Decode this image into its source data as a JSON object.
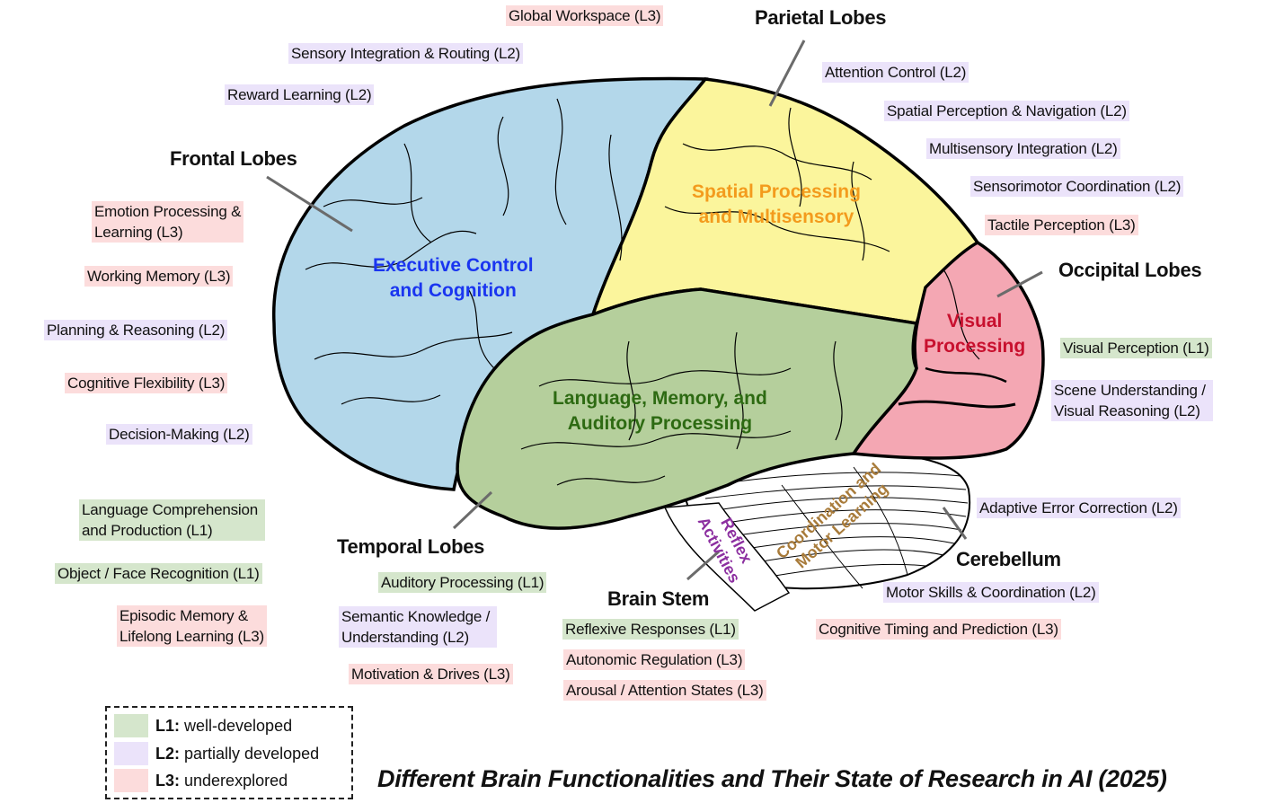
{
  "title": "Different Brain Functionalities and Their State of Research in AI (2025)",
  "colors": {
    "L1": "#d5e6cc",
    "L2": "#ebe3fa",
    "L3": "#fcdcdc",
    "frontal_fill": "#b3d7ea",
    "parietal_fill": "#fbf59c",
    "occipital_fill": "#f4a7b3",
    "temporal_fill": "#b5cf9c",
    "executive_text": "#1a35f0",
    "spatial_text": "#f39b1d",
    "visual_text": "#c8102e",
    "language_text": "#2d6a12",
    "reflex_text": "#8c2fa0",
    "coordination_text": "#a87b3a"
  },
  "lobes": {
    "frontal": "Frontal Lobes",
    "parietal": "Parietal Lobes",
    "occipital": "Occipital Lobes",
    "temporal": "Temporal Lobes",
    "brain_stem": "Brain Stem",
    "cerebellum": "Cerebellum"
  },
  "regions": {
    "executive": [
      "Executive Control",
      "and Cognition"
    ],
    "spatial": [
      "Spatial Processing",
      "and Multisensory"
    ],
    "visual": [
      "Visual",
      "Processing"
    ],
    "language": [
      "Language, Memory, and",
      "Auditory Processing"
    ],
    "reflex": [
      "Reflex",
      "Activities"
    ],
    "coordination": [
      "Coordination and",
      "Motor Learning"
    ]
  },
  "functions": [
    {
      "id": "global-workspace",
      "lines": [
        "Global Workspace (L3)"
      ],
      "level": "L3"
    },
    {
      "id": "sensory-integration",
      "lines": [
        "Sensory Integration & Routing (L2)"
      ],
      "level": "L2"
    },
    {
      "id": "reward-learning",
      "lines": [
        "Reward Learning (L2)"
      ],
      "level": "L2"
    },
    {
      "id": "emotion-processing",
      "lines": [
        "Emotion Processing &",
        "Learning (L3)"
      ],
      "level": "L3"
    },
    {
      "id": "working-memory",
      "lines": [
        "Working Memory (L3)"
      ],
      "level": "L3"
    },
    {
      "id": "planning-reasoning",
      "lines": [
        "Planning & Reasoning (L2)"
      ],
      "level": "L2"
    },
    {
      "id": "cognitive-flexibility",
      "lines": [
        "Cognitive Flexibility (L3)"
      ],
      "level": "L3"
    },
    {
      "id": "decision-making",
      "lines": [
        "Decision-Making (L2)"
      ],
      "level": "L2"
    },
    {
      "id": "language-comprehension",
      "lines": [
        "Language Comprehension",
        "and Production (L1)"
      ],
      "level": "L1"
    },
    {
      "id": "object-face-recognition",
      "lines": [
        "Object / Face Recognition (L1)"
      ],
      "level": "L1"
    },
    {
      "id": "episodic-memory",
      "lines": [
        "Episodic Memory &",
        "Lifelong Learning (L3)"
      ],
      "level": "L3"
    },
    {
      "id": "auditory-processing",
      "lines": [
        "Auditory Processing (L1)"
      ],
      "level": "L1"
    },
    {
      "id": "semantic-knowledge",
      "lines": [
        "Semantic Knowledge /",
        "Understanding (L2)"
      ],
      "level": "L2"
    },
    {
      "id": "motivation-drives",
      "lines": [
        "Motivation & Drives (L3)"
      ],
      "level": "L3"
    },
    {
      "id": "reflexive-responses",
      "lines": [
        "Reflexive Responses (L1)"
      ],
      "level": "L1"
    },
    {
      "id": "autonomic-regulation",
      "lines": [
        "Autonomic Regulation (L3)"
      ],
      "level": "L3"
    },
    {
      "id": "arousal-attention",
      "lines": [
        "Arousal / Attention States (L3)"
      ],
      "level": "L3"
    },
    {
      "id": "attention-control",
      "lines": [
        "Attention Control (L2)"
      ],
      "level": "L2"
    },
    {
      "id": "spatial-perception",
      "lines": [
        "Spatial Perception & Navigation (L2)"
      ],
      "level": "L2"
    },
    {
      "id": "multisensory-integration",
      "lines": [
        "Multisensory Integration (L2)"
      ],
      "level": "L2"
    },
    {
      "id": "sensorimotor-coordination",
      "lines": [
        "Sensorimotor Coordination (L2)"
      ],
      "level": "L2"
    },
    {
      "id": "tactile-perception",
      "lines": [
        "Tactile Perception (L3)"
      ],
      "level": "L3"
    },
    {
      "id": "visual-perception",
      "lines": [
        "Visual Perception (L1)"
      ],
      "level": "L1"
    },
    {
      "id": "scene-understanding",
      "lines": [
        "Scene Understanding /",
        "Visual Reasoning (L2)"
      ],
      "level": "L2"
    },
    {
      "id": "adaptive-error-correction",
      "lines": [
        "Adaptive Error Correction (L2)"
      ],
      "level": "L2"
    },
    {
      "id": "motor-skills",
      "lines": [
        "Motor Skills & Coordination (L2)"
      ],
      "level": "L2"
    },
    {
      "id": "cognitive-timing",
      "lines": [
        "Cognitive Timing and Prediction (L3)"
      ],
      "level": "L3"
    }
  ],
  "legend": [
    {
      "key": "L1:",
      "desc": "well-developed",
      "level": "L1"
    },
    {
      "key": "L2:",
      "desc": "partially developed",
      "level": "L2"
    },
    {
      "key": "L3:",
      "desc": "underexplored",
      "level": "L3"
    }
  ]
}
